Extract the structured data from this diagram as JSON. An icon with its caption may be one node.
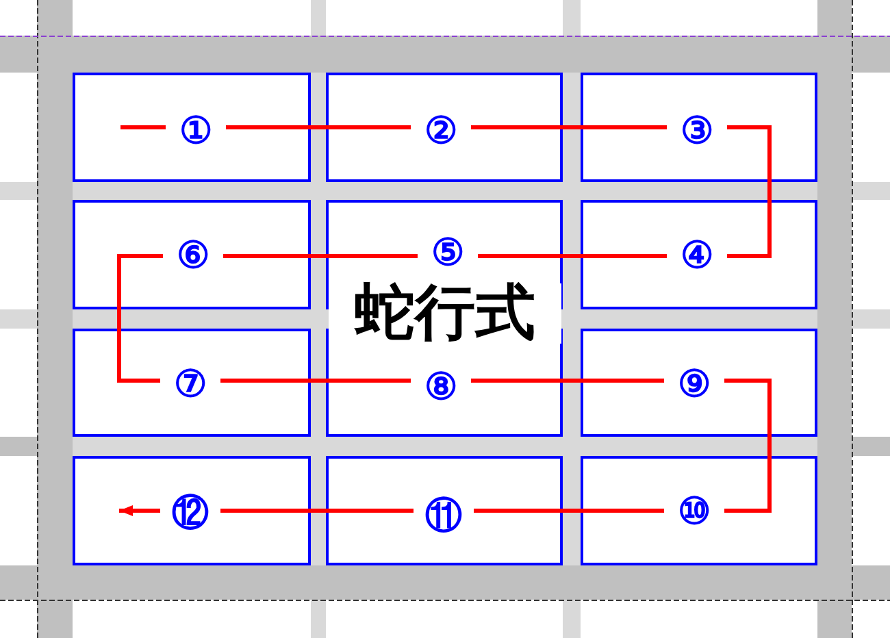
{
  "diagram": {
    "title": "蛇行式",
    "nodes": [
      {
        "text": [
          "①"
        ]
      },
      {
        "text": [
          "②"
        ]
      },
      {
        "text": [
          "③"
        ]
      },
      {
        "text": [
          "④"
        ]
      },
      {
        "text": [
          "⑤"
        ]
      },
      {
        "text": [
          "⑥"
        ]
      },
      {
        "text": [
          "⑦"
        ]
      },
      {
        "text": [
          "⑧"
        ]
      },
      {
        "text": [
          "⑨"
        ]
      },
      {
        "text": [
          "⑩"
        ]
      },
      {
        "text": [
          "⑪"
        ]
      },
      {
        "text": [
          "⑫"
        ]
      }
    ],
    "edges": [
      {
        "from": null,
        "to": 0,
        "arrow": "none"
      },
      {
        "from": 0,
        "to": 1,
        "arrow": "none"
      },
      {
        "from": 1,
        "to": 2,
        "arrow": "none"
      },
      {
        "from": 2,
        "to": 3,
        "arrow": "none"
      },
      {
        "from": 3,
        "to": 4,
        "arrow": "none"
      },
      {
        "from": 4,
        "to": 5,
        "arrow": "none"
      },
      {
        "from": 5,
        "to": 6,
        "arrow": "none"
      },
      {
        "from": 6,
        "to": 7,
        "arrow": "none"
      },
      {
        "from": 7,
        "to": 8,
        "arrow": "none"
      },
      {
        "from": 8,
        "to": 9,
        "arrow": "none"
      },
      {
        "from": 9,
        "to": 10,
        "arrow": "none"
      },
      {
        "from": 10,
        "to": 11,
        "arrow": "none"
      },
      {
        "from": 11,
        "to": null,
        "arrow": "to"
      }
    ]
  }
}
